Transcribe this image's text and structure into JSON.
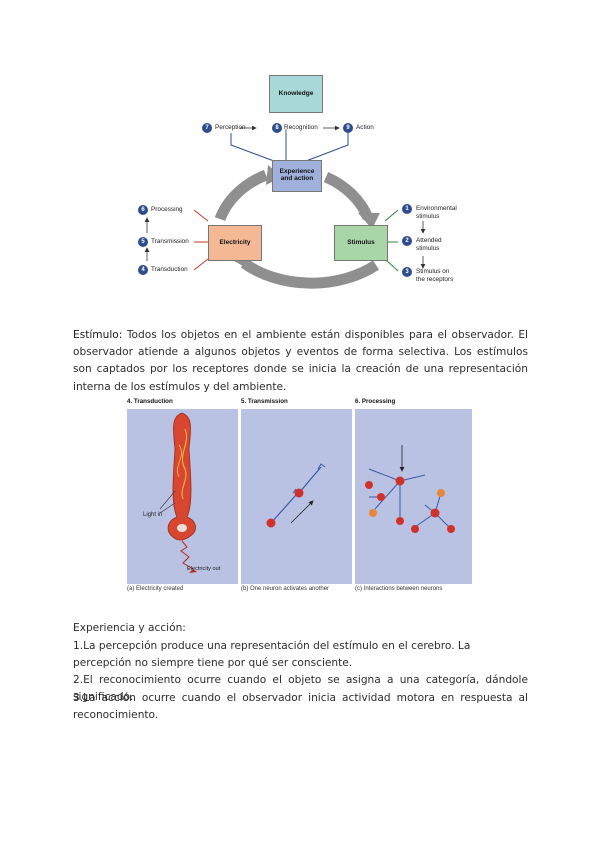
{
  "figure1": {
    "knowledge": "Knowledge",
    "experience": "Experience and action",
    "electricity": "Electricity",
    "stimulus": "Stimulus",
    "top_steps": [
      {
        "num": "7",
        "label": "Perception"
      },
      {
        "num": "8",
        "label": "Recognition"
      },
      {
        "num": "9",
        "label": "Action"
      }
    ],
    "left_steps": [
      {
        "num": "6",
        "label": "Processing"
      },
      {
        "num": "5",
        "label": "Transmission"
      },
      {
        "num": "4",
        "label": "Transduction"
      }
    ],
    "right_steps": [
      {
        "num": "1",
        "label": "Environmental stimulus"
      },
      {
        "num": "2",
        "label": "Attended stimulus"
      },
      {
        "num": "3",
        "label": "Stimulus on the receptors"
      }
    ]
  },
  "paragraph1": {
    "term": "Estímulo",
    "body": ": Todos los objetos en el ambiente están disponibles para el observador. El observador atiende a algunos objetos y eventos de forma selectiva. Los estímulos son captados por los receptores donde se inicia la creación de una representación interna de los estímulos y del ambiente."
  },
  "figure2": {
    "panels": [
      {
        "title": "4. Transduction",
        "caption": "(a) Electricity created"
      },
      {
        "title": "5. Transmission",
        "caption": "(b) One neuron activates another"
      },
      {
        "title": "6. Processing",
        "caption": "(c) Interactions between neurons"
      }
    ],
    "light_in": "Light in",
    "electricity_out": "Electricity out"
  },
  "section2": {
    "heading": "Experiencia y acción:",
    "item1": "1.La percepción produce una representación del estímulo en el cerebro. La percepción no siempre tiene por qué ser consciente.",
    "item2": "2.El reconocimiento ocurre cuando el objeto se asigna a una categoría, dándole significado.",
    "item3": "3.La acción ocurre cuando el observador inicia actividad motora en respuesta al reconocimiento."
  },
  "colors": {
    "knowledge_box": "#a8d8d8",
    "experience_box": "#9fb0dd",
    "electricity_box": "#f5b894",
    "stimulus_box": "#a9d6a9",
    "panel_bg": "#b9c2e2",
    "neuron_red": "#d0312a"
  }
}
